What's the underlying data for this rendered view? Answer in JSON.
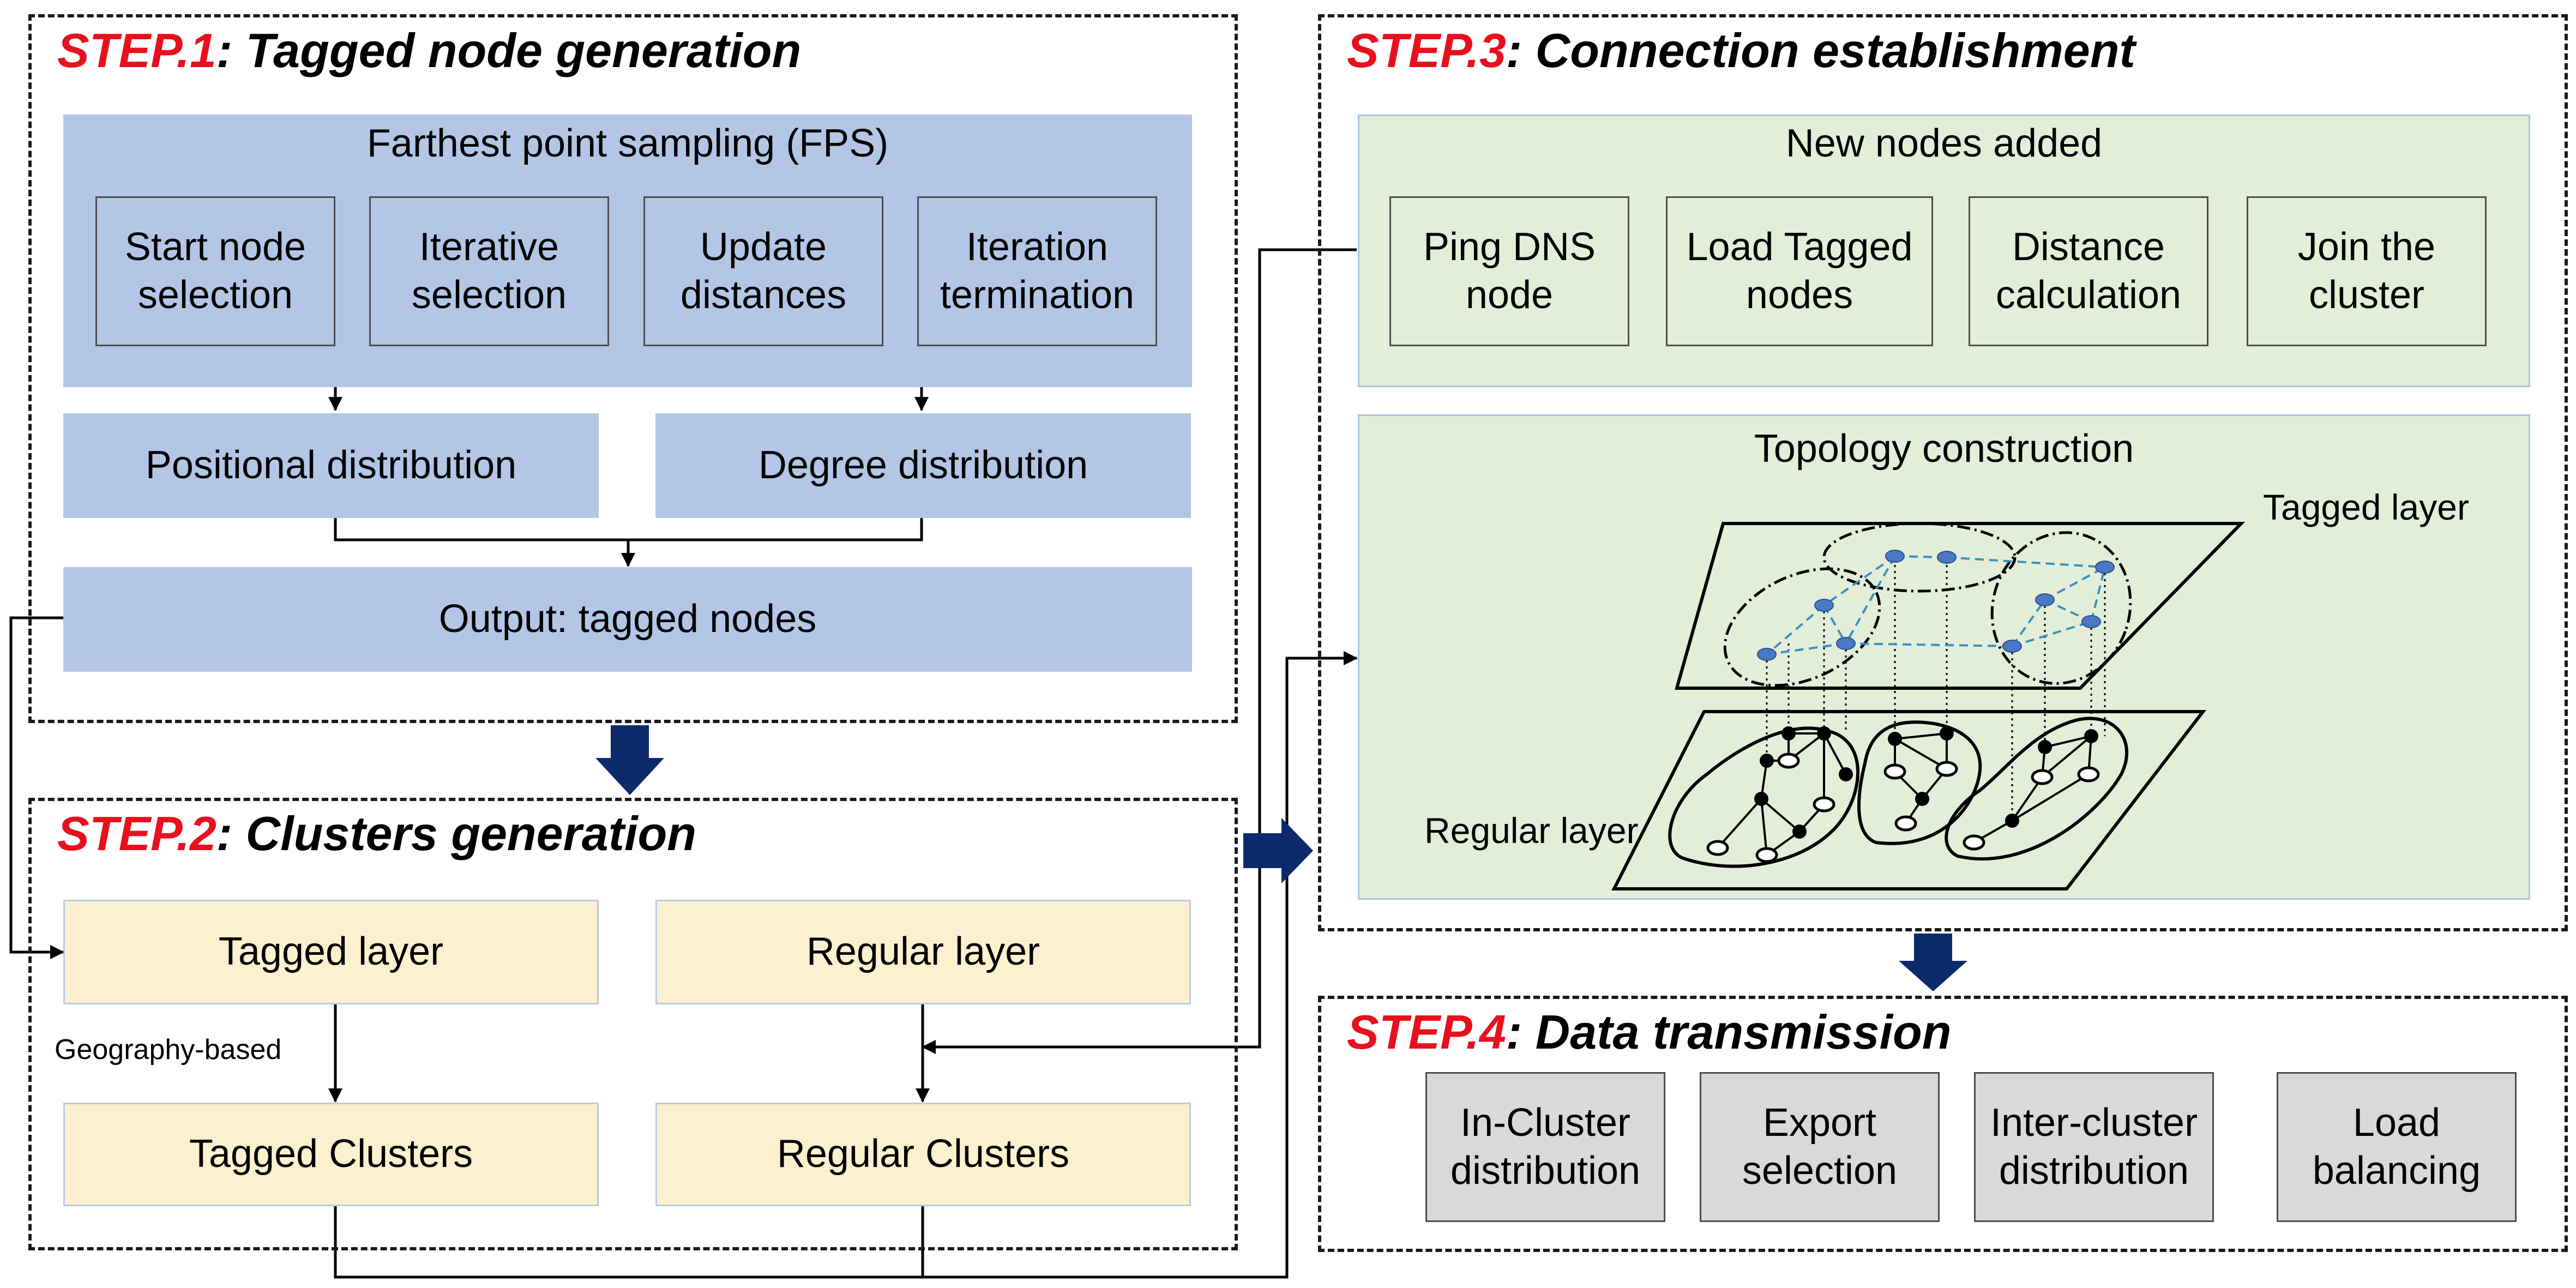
{
  "step1": {
    "step": "STEP.1",
    "title": ": Tagged node generation",
    "fps_title": "Farthest point sampling (FPS)",
    "fps_steps": [
      "Start node\nselection",
      "Iterative\nselection",
      "Update\ndistances",
      "Iteration\ntermination"
    ],
    "positional": "Positional distribution",
    "degree": "Degree distribution",
    "output": "Output:  tagged nodes"
  },
  "step2": {
    "step": "STEP.2",
    "title": ": Clusters generation",
    "tagged_layer": "Tagged layer",
    "regular_layer": "Regular layer",
    "geo_label": "Geography-based",
    "tagged_clusters": "Tagged Clusters",
    "regular_clusters": "Regular Clusters"
  },
  "step3": {
    "step": "STEP.3",
    "title": ": Connection establishment",
    "new_nodes_title": "New nodes added",
    "new_nodes_steps": [
      "Ping DNS\nnode",
      "Load Tagged\nnodes",
      "Distance\ncalculation",
      "Join the\ncluster"
    ],
    "topology_title": "Topology construction",
    "tagged_layer_label": "Tagged layer",
    "regular_layer_label": "Regular layer"
  },
  "step4": {
    "step": "STEP.4",
    "title": ": Data transmission",
    "items": [
      "In-Cluster\ndistribution",
      "Export\nselection",
      "Inter-cluster\ndistribution",
      "Load\nbalancing"
    ]
  },
  "colors": {
    "step_red": "#e8101e",
    "fps_blue": "#b3c6e6",
    "step3_green": "#e3eed8",
    "step2_yellow": "#fdf0cf",
    "step4_gray": "#d9d9d9",
    "big_arrow": "#0d2a6b",
    "tagged_node": "#4a78c4",
    "tagged_edge": "#3a8fc0"
  }
}
